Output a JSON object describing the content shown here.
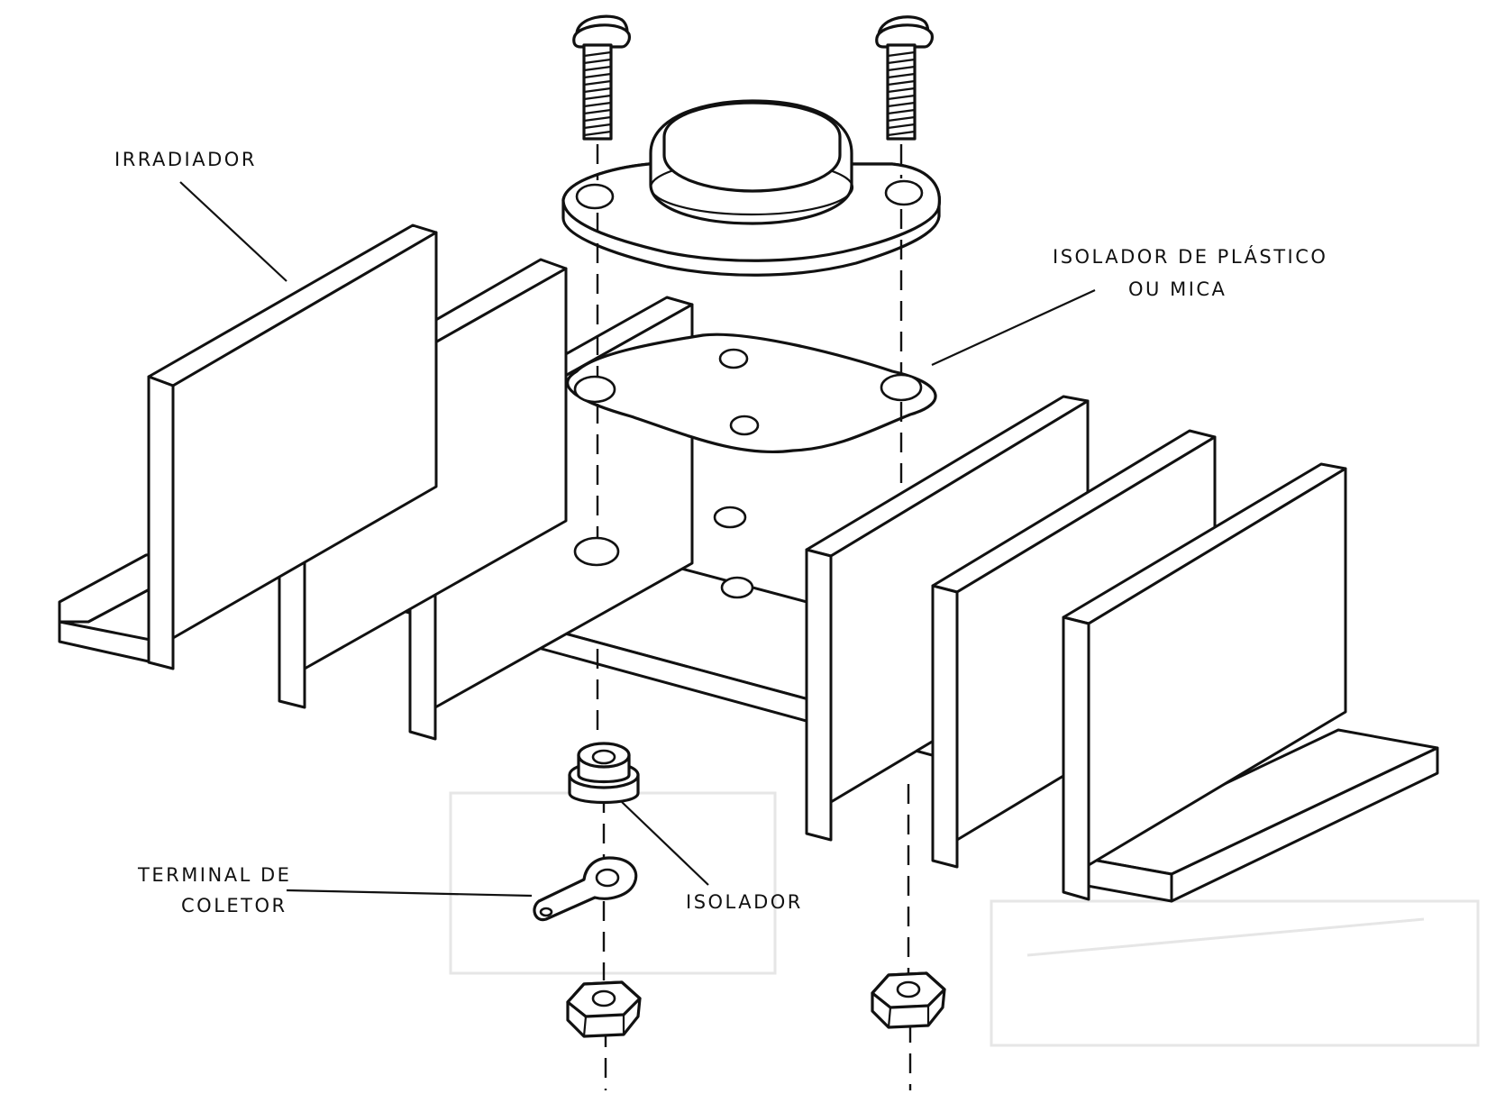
{
  "labels": {
    "radiator": "IRRADIADOR",
    "plastic_insulator_line1": "ISOLADOR DE PLÁSTICO",
    "plastic_insulator_line2": "OU MICA",
    "collector_terminal_line1": "TERMINAL DE",
    "collector_terminal_line2": "COLETOR",
    "insulator": "ISOLADOR"
  },
  "colors": {
    "ink": "#111111",
    "paper": "#ffffff"
  }
}
